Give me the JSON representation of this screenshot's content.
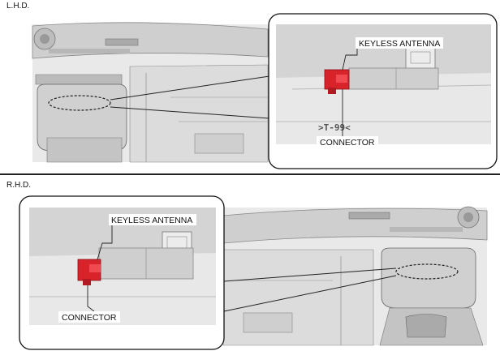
{
  "sections": {
    "lhd": {
      "label": "L.H.D.",
      "keyless_antenna_label": "KEYLESS ANTENNA",
      "connector_label": "CONNECTOR",
      "part_code": ">T-99<"
    },
    "rhd": {
      "label": "R.H.D.",
      "keyless_antenna_label": "KEYLESS ANTENNA",
      "connector_label": "CONNECTOR"
    }
  },
  "colors": {
    "connector": "#d8232a",
    "dashboard": "#d9d9d9",
    "detail_bg": "#e6e6e6",
    "line": "#555555"
  }
}
